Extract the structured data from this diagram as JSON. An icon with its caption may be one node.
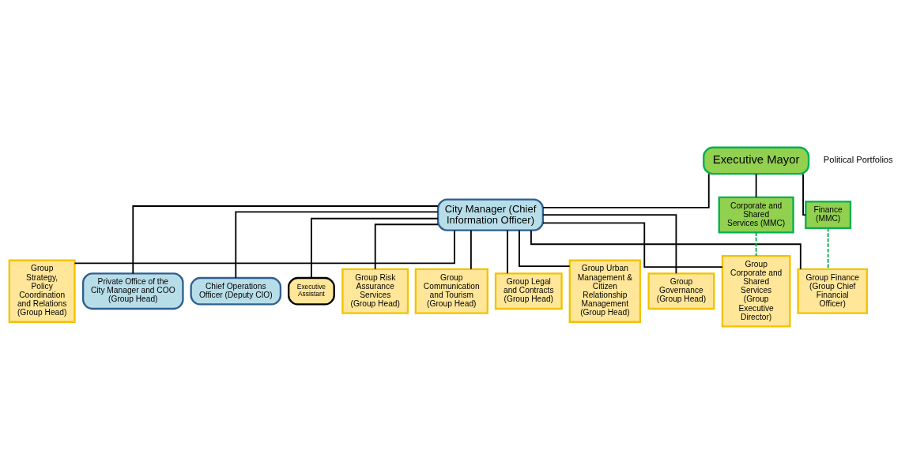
{
  "diagram": {
    "nodes": [
      {
        "text": [
          "Executive Mayor"
        ]
      },
      {
        "text": [
          "City Manager (Chief Information Officer)"
        ]
      },
      {
        "text": [
          "Corporate and Shared Services (MMC)"
        ]
      },
      {
        "text": [
          "Finance (MMC)"
        ]
      },
      {
        "text": [
          "Executive Assistant"
        ]
      },
      {
        "text": [
          "Group Risk Assurance Services (Group Head)"
        ]
      },
      {
        "text": [
          "Group Communication and Tourism (Group Head)"
        ]
      },
      {
        "text": [
          "Group Legal and Contracts (Group Head)"
        ]
      },
      {
        "text": [
          "Group Urban Management & Citizen Relationship Management (Group Head)"
        ]
      },
      {
        "text": [
          "Group Governance (Group Head)"
        ]
      },
      {
        "text": [
          "Group Strategy, Policy Coordination and Relations (Group Head)"
        ]
      },
      {
        "text": [
          "Group Corporate and Shared Services (Group Executive Director)"
        ]
      },
      {
        "text": [
          "Group Finance (Group Chief Financial Officer)"
        ]
      },
      {
        "text": [
          "Private Office of the City Manager and COO (Group Head)"
        ]
      },
      {
        "text": [
          "Chief Operations Officer (Deputy CIO)"
        ]
      }
    ],
    "edges": [
      {
        "from": 0,
        "to": 1,
        "arrow": "none"
      },
      {
        "from": 0,
        "to": 2,
        "arrow": "none"
      },
      {
        "from": 0,
        "to": 3,
        "arrow": "none"
      },
      {
        "from": 1,
        "to": 4,
        "arrow": "none"
      },
      {
        "from": 1,
        "to": 5,
        "arrow": "none"
      },
      {
        "from": 1,
        "to": 6,
        "arrow": "none"
      },
      {
        "from": 1,
        "to": 7,
        "arrow": "none"
      },
      {
        "from": 1,
        "to": 8,
        "arrow": "none"
      },
      {
        "from": 1,
        "to": 9,
        "arrow": "none"
      },
      {
        "from": 1,
        "to": 10,
        "arrow": "none"
      },
      {
        "from": 1,
        "to": 11,
        "arrow": "none"
      },
      {
        "from": 1,
        "to": 12,
        "arrow": "none"
      },
      {
        "from": 1,
        "to": 13,
        "arrow": "none"
      },
      {
        "from": 1,
        "to": 14,
        "arrow": "none"
      },
      {
        "from": 2,
        "to": 11,
        "arrow": "none",
        "style": "dashed",
        "color": "#00b050"
      },
      {
        "from": 3,
        "to": 12,
        "arrow": "none",
        "style": "dashed",
        "color": "#00b050"
      }
    ],
    "labels": [
      "Political Portfolios"
    ]
  }
}
